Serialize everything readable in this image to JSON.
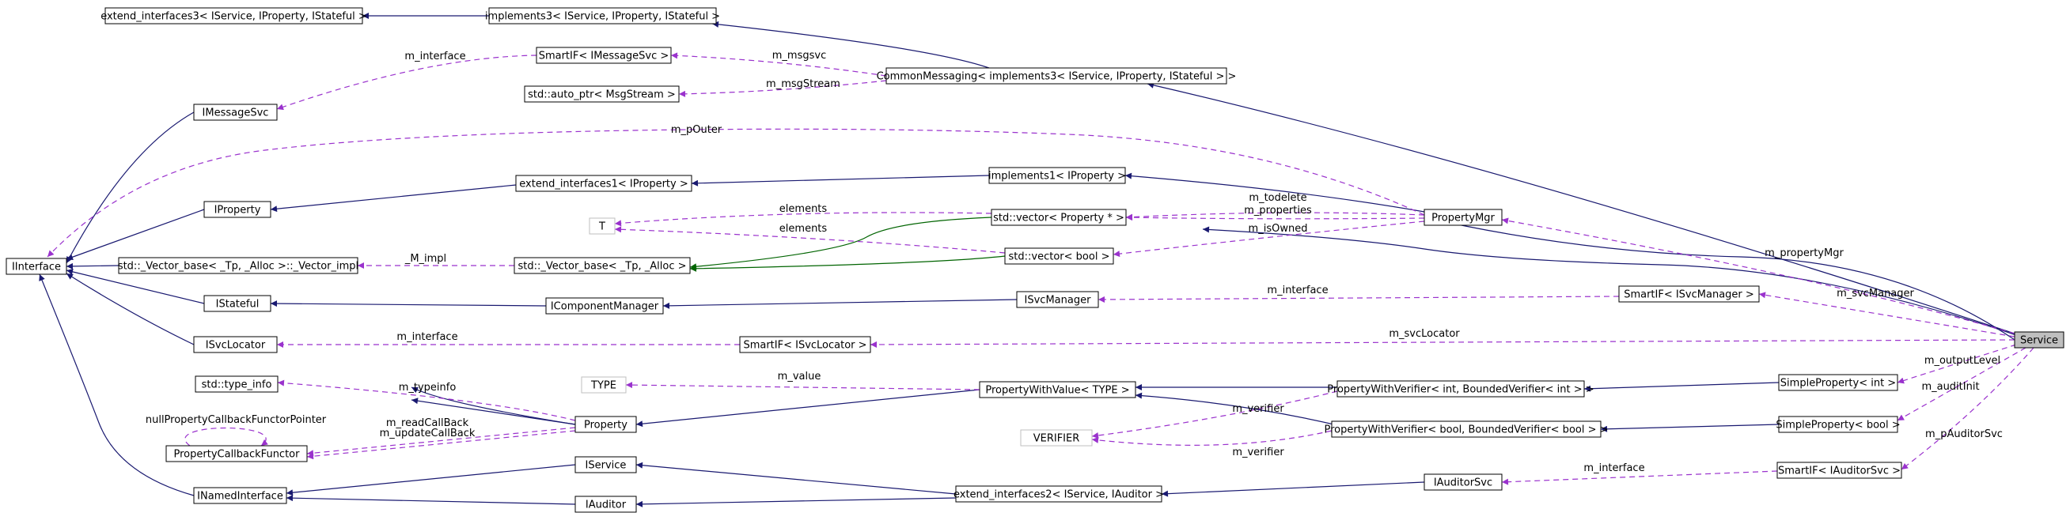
{
  "diagram": {
    "colors": {
      "inheritance": "#191970",
      "usage": "#9a32cd",
      "template": "#006400",
      "node_border": "#000000",
      "template_param_border": "#bfbfbf",
      "template_param_text": "#7f7f7f",
      "highlight_fill": "#bfbfbf",
      "background": "#ffffff"
    },
    "nodes": {
      "extend_interfaces3": "extend_interfaces3< IService, IProperty, IStateful >",
      "implements3": "implements3< IService, IProperty, IStateful >",
      "IMessageSvc": "IMessageSvc",
      "SmartIF_IMessageSvc": "SmartIF< IMessageSvc >",
      "CommonMessaging": "CommonMessaging< implements3< IService, IProperty, IStateful > >",
      "auto_ptr_MsgStream": "std::auto_ptr< MsgStream >",
      "extend_interfaces1": "extend_interfaces1< IProperty >",
      "implements1": "implements1< IProperty >",
      "IProperty": "IProperty",
      "T": "T",
      "vector_Property": "std::vector< Property * >",
      "PropertyMgr": "PropertyMgr",
      "IInterface": "IInterface",
      "Vector_impl": "std::_Vector_base< _Tp, _Alloc >::_Vector_impl",
      "Vector_base": "std::_Vector_base< _Tp, _Alloc >",
      "vector_bool": "std::vector< bool >",
      "IStateful": "IStateful",
      "IComponentManager": "IComponentManager",
      "ISvcManager": "ISvcManager",
      "SmartIF_ISvcManager": "SmartIF< ISvcManager >",
      "Service": "Service",
      "ISvcLocator": "ISvcLocator",
      "SmartIF_ISvcLocator": "SmartIF< ISvcLocator >",
      "type_info": "std::type_info",
      "TYPE": "TYPE",
      "PropertyWithValue": "PropertyWithValue< TYPE >",
      "PWV_int": "PropertyWithVerifier< int, BoundedVerifier< int > >",
      "SimpleProperty_int": "SimpleProperty< int >",
      "PropertyCallbackFunctor": "PropertyCallbackFunctor",
      "Property": "Property",
      "VERIFIER": "VERIFIER",
      "PWV_bool": "PropertyWithVerifier< bool, BoundedVerifier< bool > >",
      "SimpleProperty_bool": "SimpleProperty< bool >",
      "IService": "IService",
      "INamedInterface": "INamedInterface",
      "IAuditor": "IAuditor",
      "extend_interfaces2": "extend_interfaces2< IService, IAuditor >",
      "IAuditorSvc": "IAuditorSvc",
      "SmartIF_IAuditorSvc": "SmartIF< IAuditorSvc >"
    },
    "edge_labels": {
      "m_interface": "m_interface",
      "m_msgsvc": "m_msgsvc",
      "m_msgStream": "m_msgStream",
      "m_pOuter": "m_pOuter",
      "elements": "elements",
      "m_todelete": "m_todelete",
      "m_properties": "m_properties",
      "m_isOwned": "m_isOwned",
      "M_impl": "_M_impl",
      "m_propertyMgr": "m_propertyMgr",
      "m_svcManager": "m_svcManager",
      "m_svcLocator": "m_svcLocator",
      "m_outputLevel": "m_outputLevel",
      "m_typeinfo": "m_typeinfo",
      "m_value": "m_value",
      "m_auditInit": "m_auditInit",
      "nullPropertyCallbackFunctorPointer": "nullPropertyCallbackFunctorPointer",
      "m_readCallBack": "m_readCallBack",
      "m_updateCallBack": "m_updateCallBack",
      "m_verifier": "m_verifier",
      "m_pAuditorSvc": "m_pAuditorSvc"
    }
  }
}
